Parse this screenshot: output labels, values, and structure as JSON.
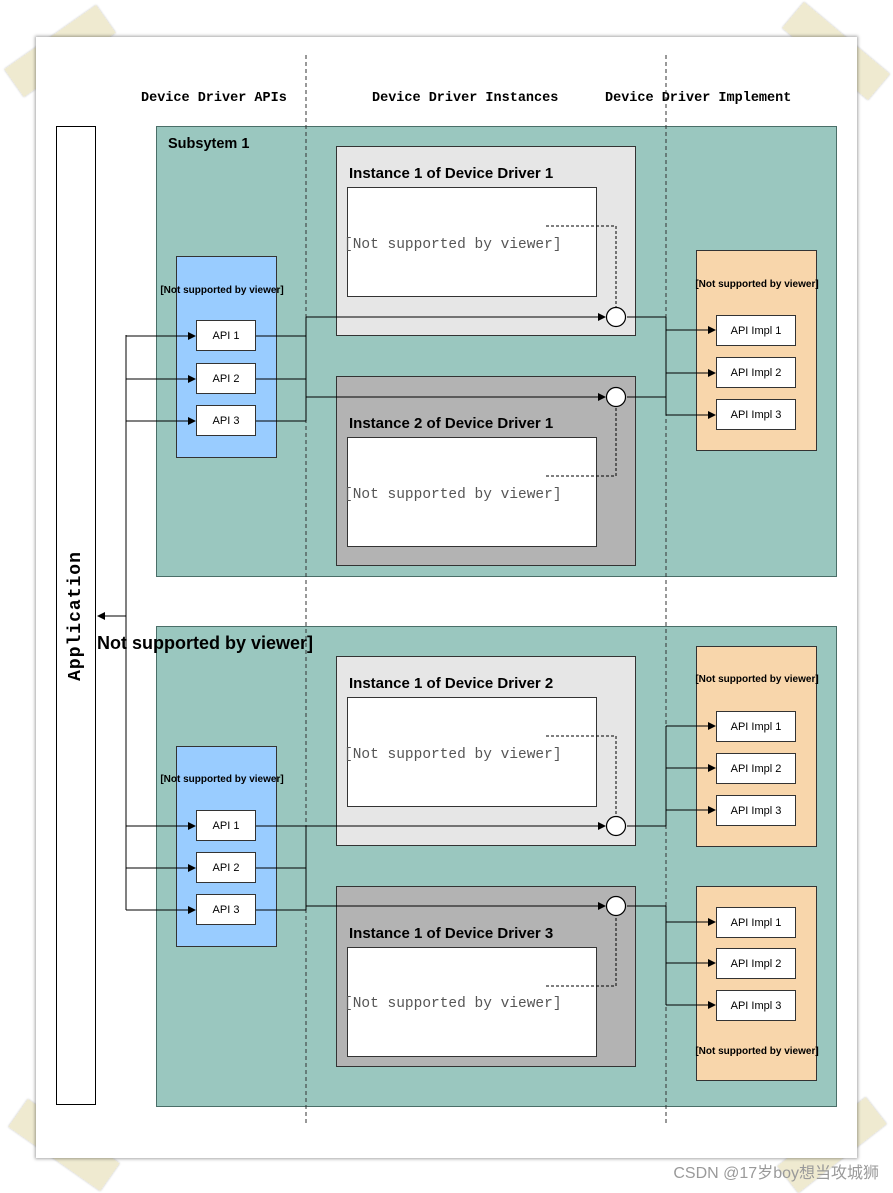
{
  "columns": {
    "apis": "Device Driver APIs",
    "instances": "Device Driver Instances",
    "implement": "Device Driver Implement"
  },
  "application_label": "Application",
  "middle_label": "Not supported by viewer]",
  "not_supported_inner": "[Not supported by viewer]",
  "subsystem1": {
    "title": "Subsytem 1",
    "api_group_label": "[Not supported by viewer]",
    "apis": [
      "API 1",
      "API 2",
      "API 3"
    ],
    "instance_a": "Instance 1 of Device Driver 1",
    "instance_b": "Instance 2 of Device Driver 1",
    "impl_group_label": "[Not supported by viewer]",
    "impls": [
      "API Impl 1",
      "API Impl 2",
      "API Impl 3"
    ]
  },
  "subsystem2": {
    "api_group_label": "[Not supported by viewer]",
    "apis": [
      "API 1",
      "API 2",
      "API 3"
    ],
    "instance_a": "Instance 1 of Device Driver 2",
    "instance_b": "Instance 1 of Device Driver 3",
    "impl_group_a_label": "[Not supported by viewer]",
    "impls_a": [
      "API Impl 1",
      "API Impl 2",
      "API Impl 3"
    ],
    "impl_group_b_label": "[Not supported by viewer]",
    "impls_b": [
      "API Impl 1",
      "API Impl 2",
      "API Impl 3"
    ]
  },
  "watermark": "CSDN @17岁boy想当攻城狮",
  "colors": {
    "subsystem": "#9ac7bf",
    "api_group": "#99ccff",
    "impl_group": "#f8d6ab",
    "instance_light": "#e6e6e6",
    "instance_dark": "#b3b3b3"
  }
}
